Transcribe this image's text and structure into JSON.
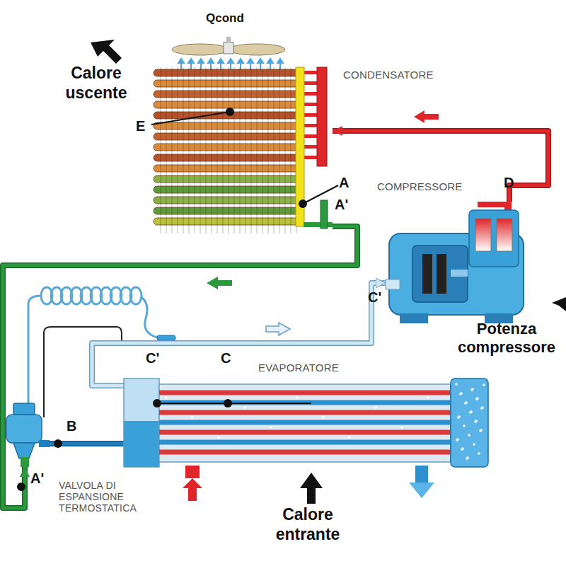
{
  "diagram": {
    "nodes": [
      {
        "text": [
          "CONDENSATORE"
        ]
      },
      {
        "text": [
          "COMPRESSORE"
        ]
      },
      {
        "text": [
          "EVAPORATORE"
        ]
      },
      {
        "text": [
          "VALVOLA DI ESPANSIONE TERMOSTATICA"
        ]
      }
    ],
    "edges": [
      {
        "from": 1,
        "to": 0,
        "arrow": "to"
      },
      {
        "from": 0,
        "to": 3,
        "arrow": "to"
      },
      {
        "from": 3,
        "to": 2,
        "arrow": "none"
      },
      {
        "from": 2,
        "to": 1,
        "arrow": "to"
      }
    ],
    "labels": [
      "Qcond",
      "Calore uscente",
      "E",
      "A",
      "A'",
      "D",
      "C'",
      "Potenza compressore",
      "C'",
      "C",
      "B",
      "A'",
      "Calore entrante"
    ]
  }
}
